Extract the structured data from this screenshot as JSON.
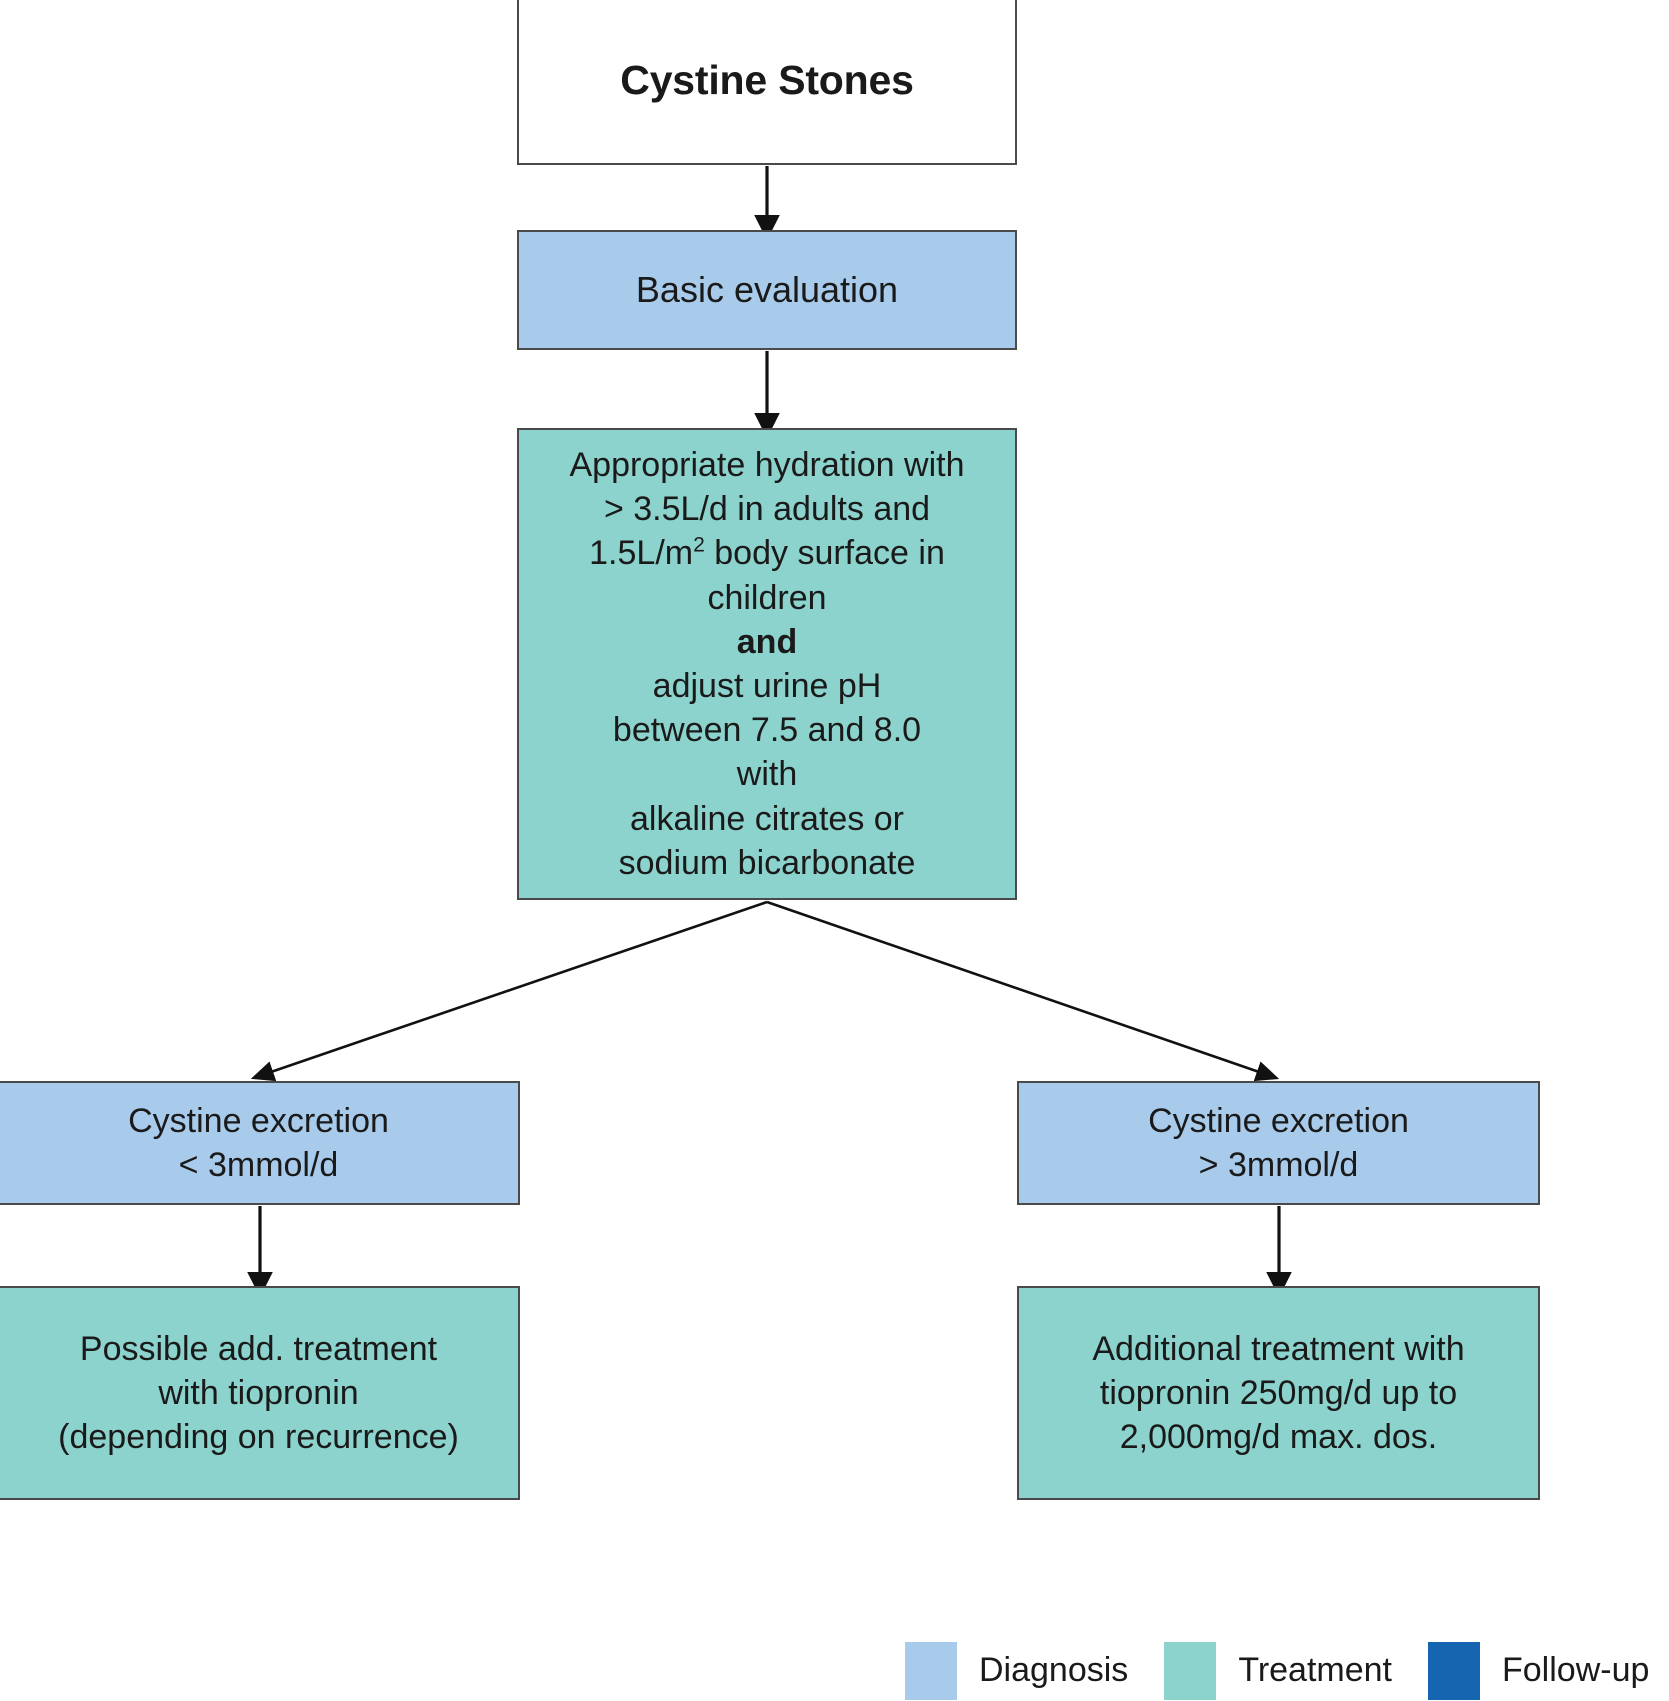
{
  "diagram": {
    "title": "Cystine Stones",
    "nodes": {
      "title": {
        "label": "Cystine Stones",
        "category": "start"
      },
      "basic_evaluation": {
        "label": "Basic evaluation",
        "category": "diagnosis"
      },
      "hydration": {
        "category": "treatment",
        "lines": [
          "Appropriate hydration with",
          "> 3.5L/d in adults and",
          "1.5L/m2 body surface in",
          "children",
          "and",
          "adjust urine pH",
          "between 7.5 and 8.0",
          "with",
          "alkaline citrates or",
          "sodium bicarbonate"
        ],
        "line1": "Appropriate hydration with",
        "line2": "> 3.5L/d in adults and",
        "line3_prefix": "1.5L/m",
        "line3_sup": "2",
        "line3_suffix": " body surface in",
        "line4": "children",
        "line5_bold": "and",
        "line6": "adjust urine pH",
        "line7": "between 7.5 and 8.0",
        "line8": "with",
        "line9": "alkaline citrates or",
        "line10": "sodium bicarbonate"
      },
      "excretion_low": {
        "category": "diagnosis",
        "line1": "Cystine excretion",
        "line2": "< 3mmol/d"
      },
      "excretion_high": {
        "category": "diagnosis",
        "line1": "Cystine excretion",
        "line2": "> 3mmol/d"
      },
      "treatment_low": {
        "category": "treatment",
        "line1": "Possible add. treatment",
        "line2": "with tiopronin",
        "line3": "(depending on recurrence)"
      },
      "treatment_high": {
        "category": "treatment",
        "line1": "Additional treatment with",
        "line2": "tiopronin 250mg/d up to",
        "line3": "2,000mg/d max. dos."
      }
    }
  },
  "legend": {
    "items": [
      {
        "label": "Diagnosis",
        "color": "#a8cbec"
      },
      {
        "label": "Treatment",
        "color": "#8cd3cd"
      },
      {
        "label": "Follow-up",
        "color": "#1665b0"
      }
    ]
  },
  "colors": {
    "diagnosis": "#a8cbec",
    "treatment": "#8cd3cd",
    "followup": "#1665b0",
    "border": "#4a4a4a",
    "text": "#1a1a1a",
    "background": "#ffffff"
  }
}
